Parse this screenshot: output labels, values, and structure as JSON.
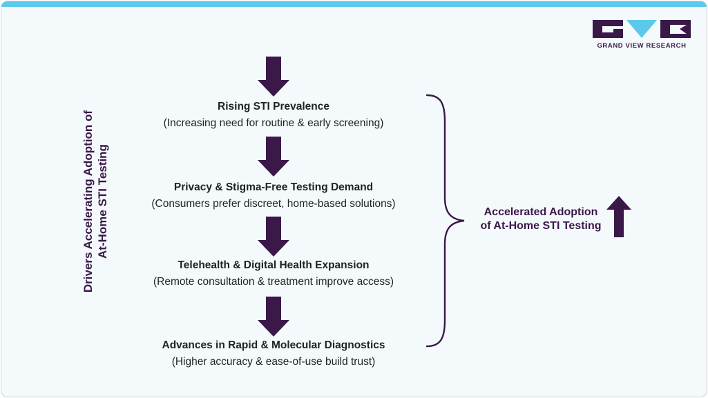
{
  "brand": {
    "name": "GRAND VIEW RESEARCH"
  },
  "side_label": {
    "line1": "Drivers Accelerating Adoption of",
    "line2": "At-Home STI Testing"
  },
  "steps": [
    {
      "title": "Rising STI Prevalence",
      "subtitle": "(Increasing need for routine & early screening)"
    },
    {
      "title": "Privacy & Stigma-Free Testing Demand",
      "subtitle": "(Consumers prefer discreet, home-based solutions)"
    },
    {
      "title": "Telehealth & Digital Health Expansion",
      "subtitle": "(Remote consultation & treatment improve access)"
    },
    {
      "title": "Advances in Rapid & Molecular Diagnostics",
      "subtitle": "(Higher accuracy & ease-of-use build trust)"
    }
  ],
  "result": {
    "line1": "Accelerated Adoption",
    "line2": "of At-Home STI Testing"
  },
  "colors": {
    "accent_dark": "#3a1848",
    "accent_light": "#5cc8ec",
    "background": "#f4f9fb"
  },
  "icons": {
    "down_arrow": "down-arrow-icon",
    "up_arrow": "up-arrow-icon",
    "brace": "curly-brace"
  }
}
